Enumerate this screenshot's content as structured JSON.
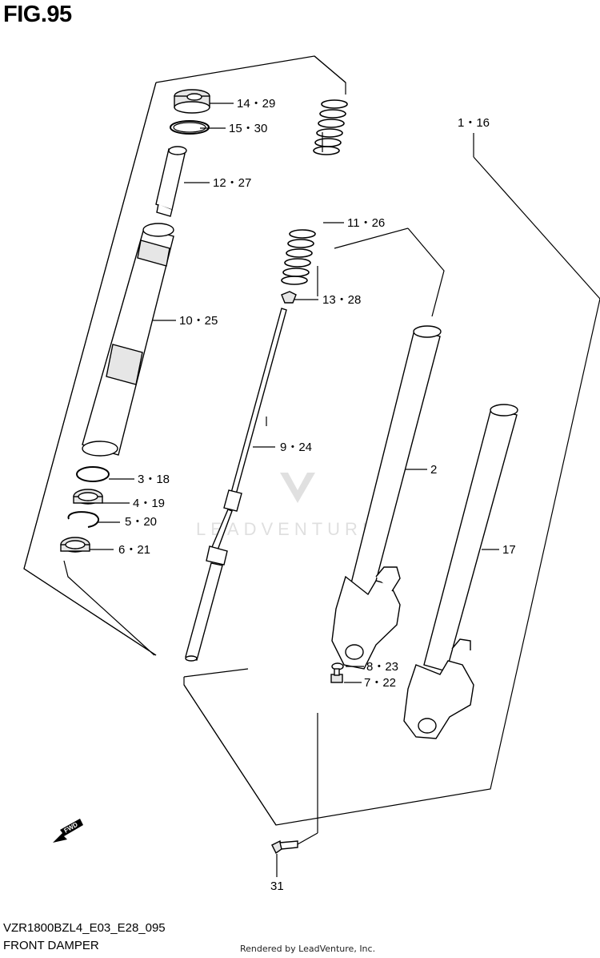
{
  "figure": {
    "title": "FIG.95",
    "model_code": "VZR1800BZL4_E03_E28_095",
    "caption": "FRONT DAMPER",
    "credit": "Rendered by LeadVenture, Inc.",
    "watermark": "LEADVENTURE"
  },
  "callouts": {
    "c_14_29": "14・29",
    "c_15_30": "15・30",
    "c_12_27": "12・27",
    "c_10_25": "10・25",
    "c_3_18": "3・18",
    "c_4_19": "4・19",
    "c_5_20": "5・20",
    "c_6_21": "6・21",
    "c_11_26": "11・26",
    "c_13_28": "13・28",
    "c_9_24": "9・24",
    "c_1_16": "1・16",
    "c_2": "2",
    "c_17": "17",
    "c_8_23": "8・23",
    "c_7_22": "7・22",
    "c_31": "31"
  },
  "fwd_badge": "FWD"
}
